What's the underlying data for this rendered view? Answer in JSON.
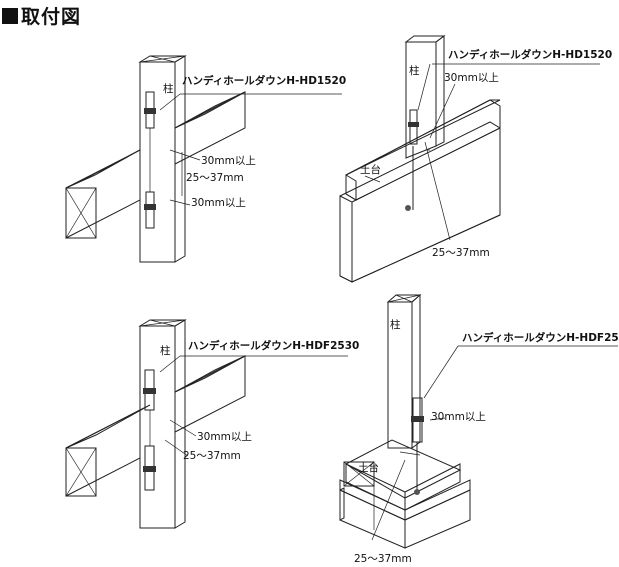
{
  "title": "取付図",
  "labels": {
    "column": "柱",
    "sill": "土台",
    "d30": "30mm以上",
    "d2537": "25～37mm",
    "prod_hd1520": "ハンディホールダウンH-HD1520",
    "prod_hdf2530": "ハンディホールダウンH-HDF2530"
  }
}
